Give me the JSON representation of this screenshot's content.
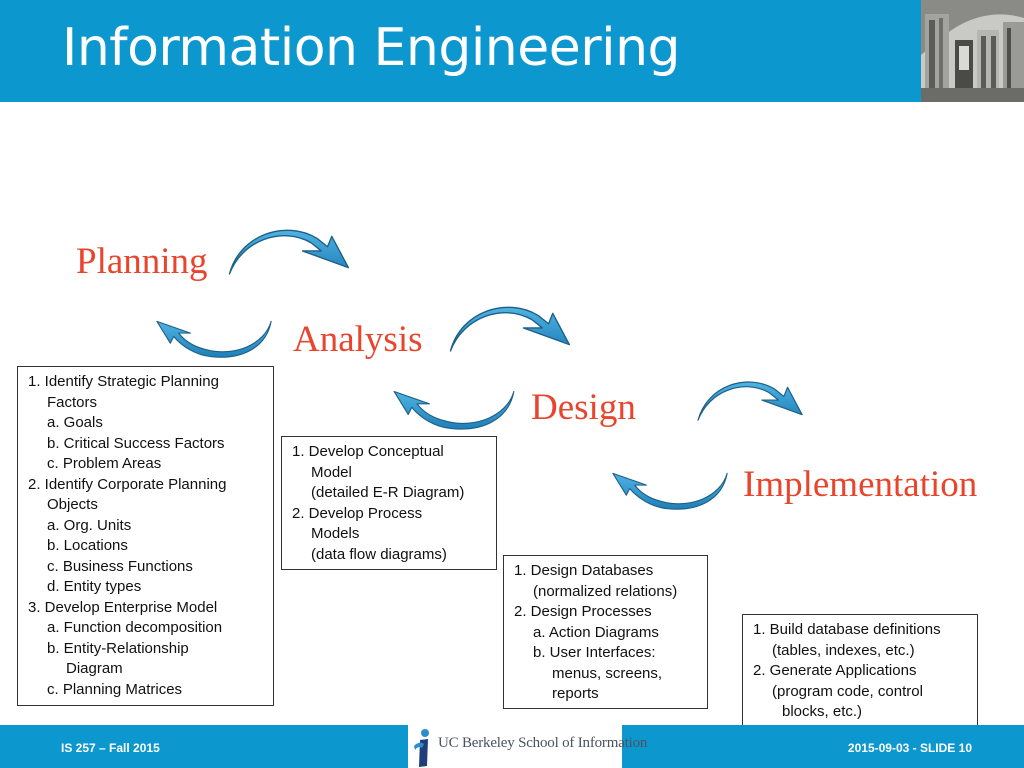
{
  "slide": {
    "title": "Information Engineering"
  },
  "stages": {
    "planning": "Planning",
    "analysis": "Analysis",
    "design": "Design",
    "implementation": "Implementation"
  },
  "boxes": {
    "planning": [
      "1. Identify Strategic Planning",
      "Factors",
      "a. Goals",
      "b. Critical Success Factors",
      "c. Problem Areas",
      "2. Identify  Corporate Planning",
      "Objects",
      "a. Org. Units",
      "b. Locations",
      "c. Business Functions",
      "d. Entity types",
      "3. Develop Enterprise Model",
      "a. Function decomposition",
      "b. Entity-Relationship",
      "Diagram",
      "c. Planning Matrices"
    ],
    "analysis": [
      "1. Develop Conceptual",
      "Model",
      "(detailed E-R Diagram)",
      "2. Develop Process",
      "Models",
      "(data flow diagrams)"
    ],
    "design": [
      "1. Design Databases",
      "(normalized relations)",
      "2. Design Processes",
      "a. Action Diagrams",
      "b. User Interfaces:",
      "menus, screens,",
      "reports"
    ],
    "implementation": [
      "1. Build database definitions",
      "(tables, indexes, etc.)",
      "2. Generate Applications",
      "(program code, control",
      "blocks, etc.)"
    ]
  },
  "footer": {
    "course": "IS 257 – Fall 2015",
    "logo_text": "UC Berkeley School of Information",
    "slide_info": "2015-09-03 - SLIDE 10"
  },
  "icons": {
    "forward_arrow": "curved-arrow-forward-icon",
    "back_arrow": "curved-arrow-back-icon",
    "logo": "berkeley-i-logo-icon"
  },
  "colors": {
    "header": "#0c98cf",
    "stage_text": "#e8452c",
    "arrow_fill": "#2a8fc7"
  }
}
